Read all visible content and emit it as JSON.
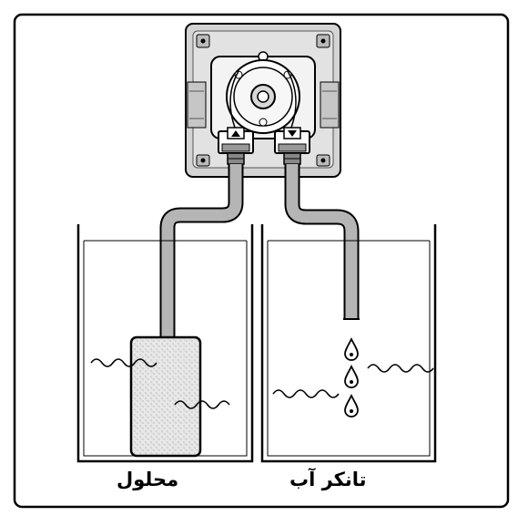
{
  "labels": {
    "solution_tank": "محلول",
    "water_tank": "تانکر آب"
  },
  "colors": {
    "line": "#000000",
    "tube_fill": "#b5b5b5",
    "filter_fill": "#e6e6e6",
    "pump_body": "#d0d0d0",
    "background": "#ffffff"
  },
  "icons": {
    "pump": "peristaltic-pump",
    "filter": "foot-filter",
    "waves": "water-surface",
    "drops": "water-drop"
  }
}
